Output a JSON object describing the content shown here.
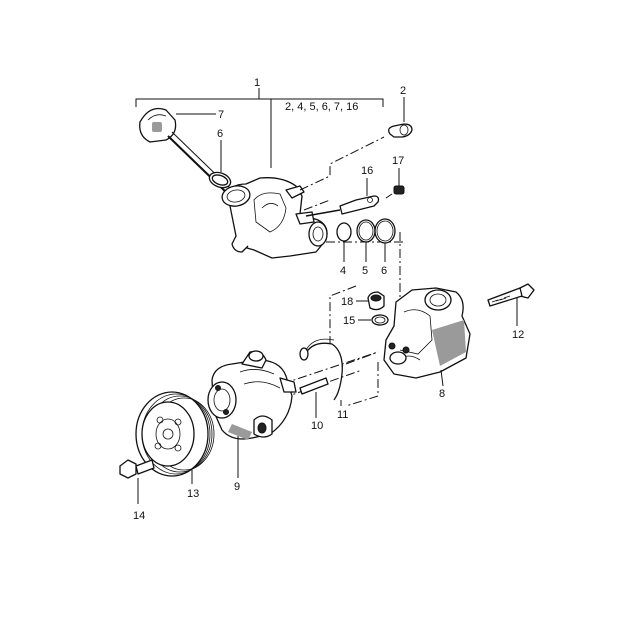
{
  "labels": {
    "p1": "1",
    "p1_group": "2, 4, 5, 6, 7, 16",
    "p2": "2",
    "p4": "4",
    "p5": "5",
    "p6_cap": "6",
    "p6_ring": "6",
    "p7": "7",
    "p8": "8",
    "p9": "9",
    "p10": "10",
    "p11": "11",
    "p12": "12",
    "p13": "13",
    "p14": "14",
    "p15": "15",
    "p16": "16",
    "p17": "17",
    "p18": "18"
  }
}
